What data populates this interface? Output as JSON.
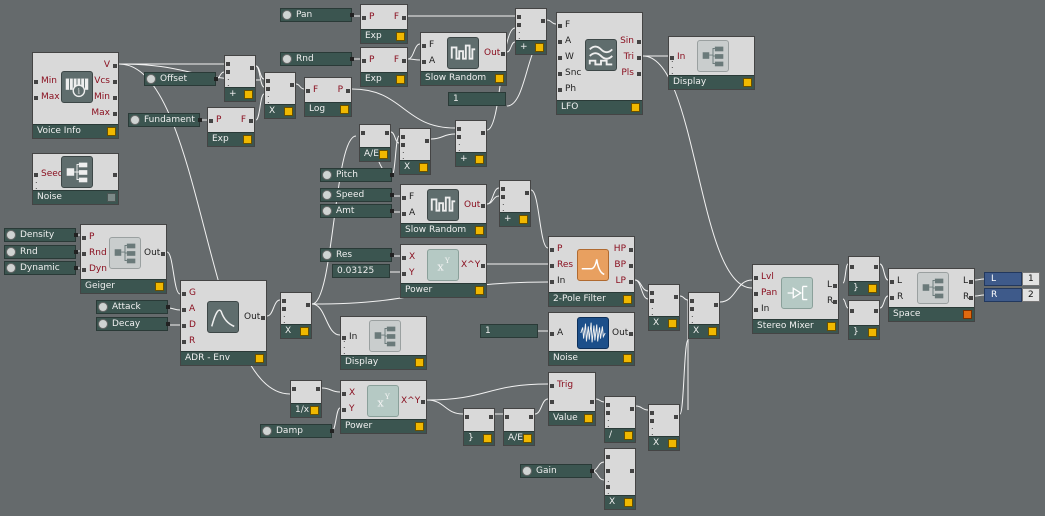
{
  "colors": {
    "background": "#656a6c",
    "module_body": "#d9d9d9",
    "title_bar": "#3b5550",
    "port_label": "#8a1020",
    "led_yellow": "#f0b800",
    "led_orange": "#e06a10",
    "wire": "#f2f2f2",
    "output_blue": "#3e5a8a"
  },
  "modules": {
    "voice_info": {
      "title": "Voice Info",
      "in": [
        "Min",
        "Max"
      ],
      "out": [
        "V",
        "Vcs",
        "Min",
        "Max"
      ],
      "icon": "keyboard-info-icon"
    },
    "noise_top": {
      "title": "Noise",
      "in": [
        "Seed"
      ],
      "icon": "noise-router-icon"
    },
    "add1": {
      "title": "+"
    },
    "mul1": {
      "title": "X"
    },
    "exp_fund": {
      "title": "Exp",
      "in": [
        "P"
      ],
      "out": [
        "F"
      ]
    },
    "exp_pan": {
      "title": "Exp",
      "in": [
        "P"
      ],
      "out": [
        "F"
      ]
    },
    "exp_rnd": {
      "title": "Exp",
      "in": [
        "P"
      ],
      "out": [
        "F"
      ]
    },
    "log1": {
      "title": "Log",
      "in": [
        "F"
      ],
      "out": [
        "P"
      ]
    },
    "slow_random_top": {
      "title": "Slow Random",
      "in": [
        "F",
        "A"
      ],
      "out": [
        "Out"
      ],
      "icon": "square-wave-icon"
    },
    "add_top": {
      "title": "+"
    },
    "lfo": {
      "title": "LFO",
      "in": [
        "F",
        "A",
        "W",
        "Snc",
        "Ph"
      ],
      "out": [
        "Sin",
        "Tri",
        "Pls"
      ],
      "icon": "waves-icon"
    },
    "display_top": {
      "title": "Display",
      "in": [
        "In"
      ],
      "icon": "display-icon"
    },
    "ae_top": {
      "title": "A/E"
    },
    "mul_mid": {
      "title": "X"
    },
    "add_mid1": {
      "title": "+"
    },
    "slow_random_mid": {
      "title": "Slow Random",
      "in": [
        "F",
        "A"
      ],
      "out": [
        "Out"
      ],
      "icon": "square-wave-icon"
    },
    "add_mid2": {
      "title": "+"
    },
    "power_top": {
      "title": "Power",
      "in": [
        "X",
        "Y"
      ],
      "out": [
        "X^Y"
      ],
      "icon": "power-icon"
    },
    "two_pole": {
      "title": "2-Pole Filter",
      "in": [
        "P",
        "Res",
        "In"
      ],
      "out": [
        "HP",
        "BP",
        "LP"
      ],
      "icon": "filter-curve-icon"
    },
    "noise_mid": {
      "title": "Noise",
      "in": [
        "A"
      ],
      "out": [
        "Out"
      ],
      "icon": "noise-wave-icon"
    },
    "geiger": {
      "title": "Geiger",
      "in": [
        "P",
        "Rnd",
        "Dyn"
      ],
      "out": [
        "Out"
      ],
      "icon": "geiger-router-icon"
    },
    "adr_env": {
      "title": "ADR - Env",
      "in": [
        "G",
        "A",
        "D",
        "R"
      ],
      "out": [
        "Out"
      ],
      "icon": "envelope-icon"
    },
    "mul_env": {
      "title": "X"
    },
    "display_mid": {
      "title": "Display",
      "in": [
        "In"
      ],
      "icon": "display-icon"
    },
    "mul_filter": {
      "title": "X"
    },
    "mul_filter2": {
      "title": "X"
    },
    "stereo_mixer": {
      "title": "Stereo Mixer",
      "in": [
        "Lvl",
        "Pan",
        "In"
      ],
      "out": [
        "L",
        "R"
      ],
      "icon": "mixer-icon"
    },
    "brace_l": {
      "title": "}"
    },
    "brace_r": {
      "title": "}"
    },
    "space": {
      "title": "Space",
      "in": [
        "L",
        "R"
      ],
      "out": [
        "L",
        "R"
      ],
      "icon": "space-router-icon"
    },
    "recip": {
      "title": "1/x"
    },
    "power_bot": {
      "title": "Power",
      "in": [
        "X",
        "Y"
      ],
      "out": [
        "X^Y"
      ],
      "icon": "power-icon"
    },
    "brace_bot": {
      "title": "}"
    },
    "ae_bot": {
      "title": "A/E"
    },
    "value": {
      "title": "Value",
      "in": [
        "Trig"
      ],
      "icon": "value-icon"
    },
    "div": {
      "title": "/"
    },
    "mul_bot1": {
      "title": "X"
    },
    "mul_bot2": {
      "title": "X"
    }
  },
  "controls": {
    "pan": "Pan",
    "rnd": "Rnd",
    "offset": "Offset",
    "fundament": "Fundament",
    "pitch": "Pitch",
    "speed": "Speed",
    "amt": "Amt",
    "res": "Res",
    "res_value": "0.03125",
    "lfo_const": "1",
    "noise_const": "1",
    "density": "Density",
    "rnd2": "Rnd",
    "dynamic": "Dynamic",
    "attack": "Attack",
    "decay": "Decay",
    "damp": "Damp",
    "gain": "Gain"
  },
  "outputs": {
    "l_label": "L",
    "r_label": "R",
    "l_channel": "1",
    "r_channel": "2"
  }
}
